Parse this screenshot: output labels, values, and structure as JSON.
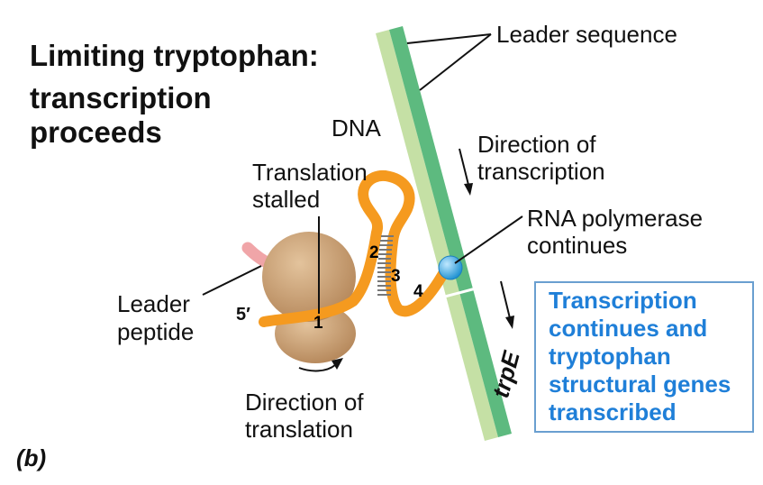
{
  "title": {
    "line1": "Limiting tryptophan:",
    "line2": "transcription",
    "line3": "proceeds"
  },
  "labels": {
    "dna": "DNA",
    "leader_sequence": "Leader sequence",
    "direction_transcription_1": "Direction of",
    "direction_transcription_2": "transcription",
    "rna_polymerase_1": "RNA polymerase",
    "rna_polymerase_2": "continues",
    "translation_stalled_1": "Translation",
    "translation_stalled_2": "stalled",
    "leader_peptide_1": "Leader",
    "leader_peptide_2": "peptide",
    "five_prime": "5′",
    "direction_translation_1": "Direction of",
    "direction_translation_2": "translation",
    "trpE": "trpE",
    "panel": "(b)"
  },
  "regions": [
    "1",
    "2",
    "3",
    "4"
  ],
  "box": {
    "line1": "Transcription",
    "line2": "continues and",
    "line3": "tryptophan",
    "line4": "structural genes",
    "line5": "transcribed"
  },
  "colors": {
    "dna_dark": "#5dba7f",
    "dna_light": "#c5e0a5",
    "mrna": "#f59a1f",
    "ribosome": "#c99e72",
    "leader_peptide": "#f0a5a8",
    "polymerase": "#2ea0e0",
    "box_text": "#1f7fd8"
  }
}
